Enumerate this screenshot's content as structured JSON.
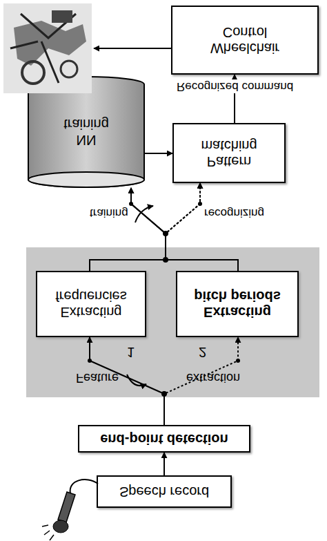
{
  "diagram": {
    "nodes": [
      {
        "text": [
          "Speech record"
        ]
      },
      {
        "text": [
          "end-point detection"
        ]
      },
      {
        "text": [
          "Feature",
          "extraction"
        ]
      },
      {
        "text": [
          "Extracting frequencies"
        ],
        "in": 2
      },
      {
        "text": [
          "Extracting pitch periods"
        ],
        "in": 2
      },
      {
        "text": [
          "NN training"
        ]
      },
      {
        "text": [
          "Pattern matching"
        ]
      },
      {
        "text": [
          "Wheelchair Control"
        ]
      }
    ],
    "edges": [
      {
        "from": 0,
        "to": 1,
        "arrow": "to"
      },
      {
        "from": 1,
        "to": 3,
        "arrow": "to"
      },
      {
        "from": 1,
        "to": 4,
        "arrow": "to"
      },
      {
        "from": 3,
        "to": 5,
        "arrow": "to"
      },
      {
        "from": 3,
        "to": 6,
        "arrow": "to"
      },
      {
        "from": 4,
        "to": 5,
        "arrow": "to"
      },
      {
        "from": 4,
        "to": 6,
        "arrow": "to"
      },
      {
        "from": 5,
        "to": 6,
        "arrow": "to"
      },
      {
        "from": 6,
        "to": 7,
        "label": "Recognized command",
        "arrow": "to"
      }
    ],
    "labels": [
      "1",
      "2",
      "training",
      "recognizing"
    ]
  }
}
